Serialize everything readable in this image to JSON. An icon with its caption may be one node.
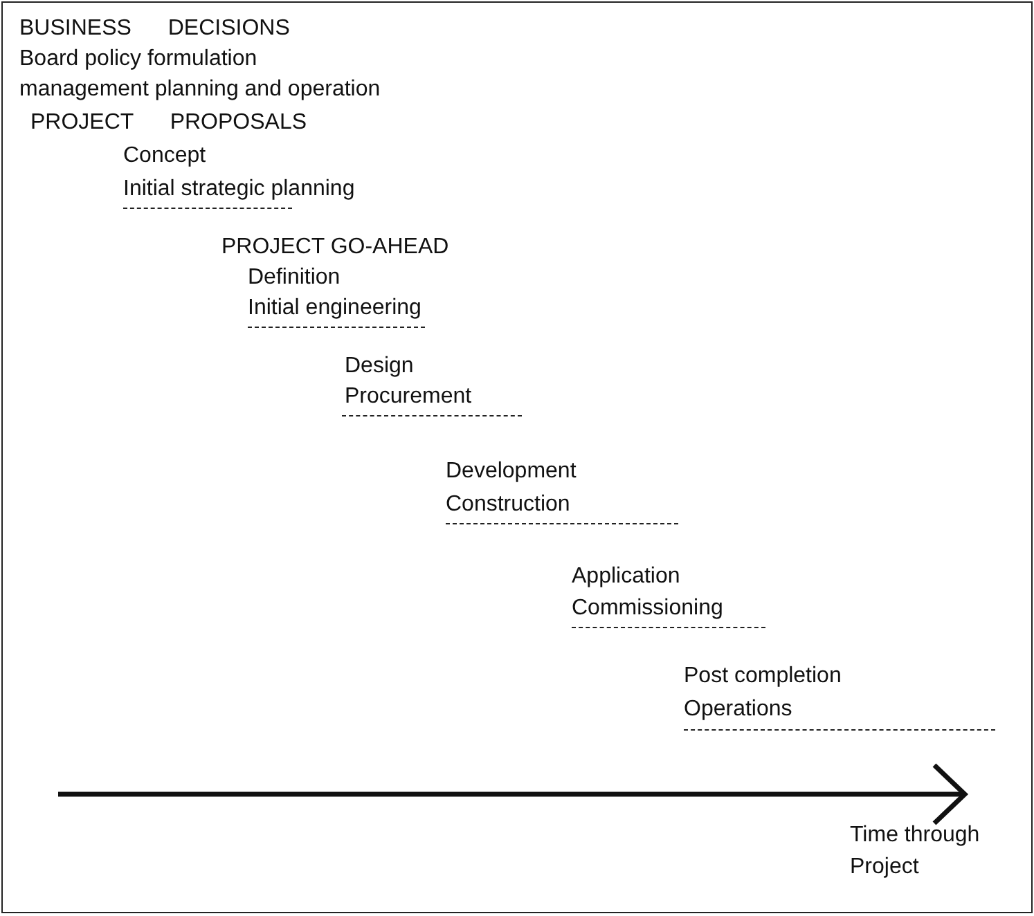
{
  "diagram": {
    "labels": [
      "BUSINESS DECISIONS",
      "Board policy formulation",
      "management planning and operation",
      "PROJECT PROPOSALS",
      "Concept",
      "Initial strategic planning",
      "PROJECT GO-AHEAD",
      "Definition",
      "Initial engineering",
      "Design",
      "Procurement",
      "Development",
      "Construction",
      "Application",
      "Commissioning",
      "Post completion",
      "Operations",
      "Time through Project"
    ]
  }
}
